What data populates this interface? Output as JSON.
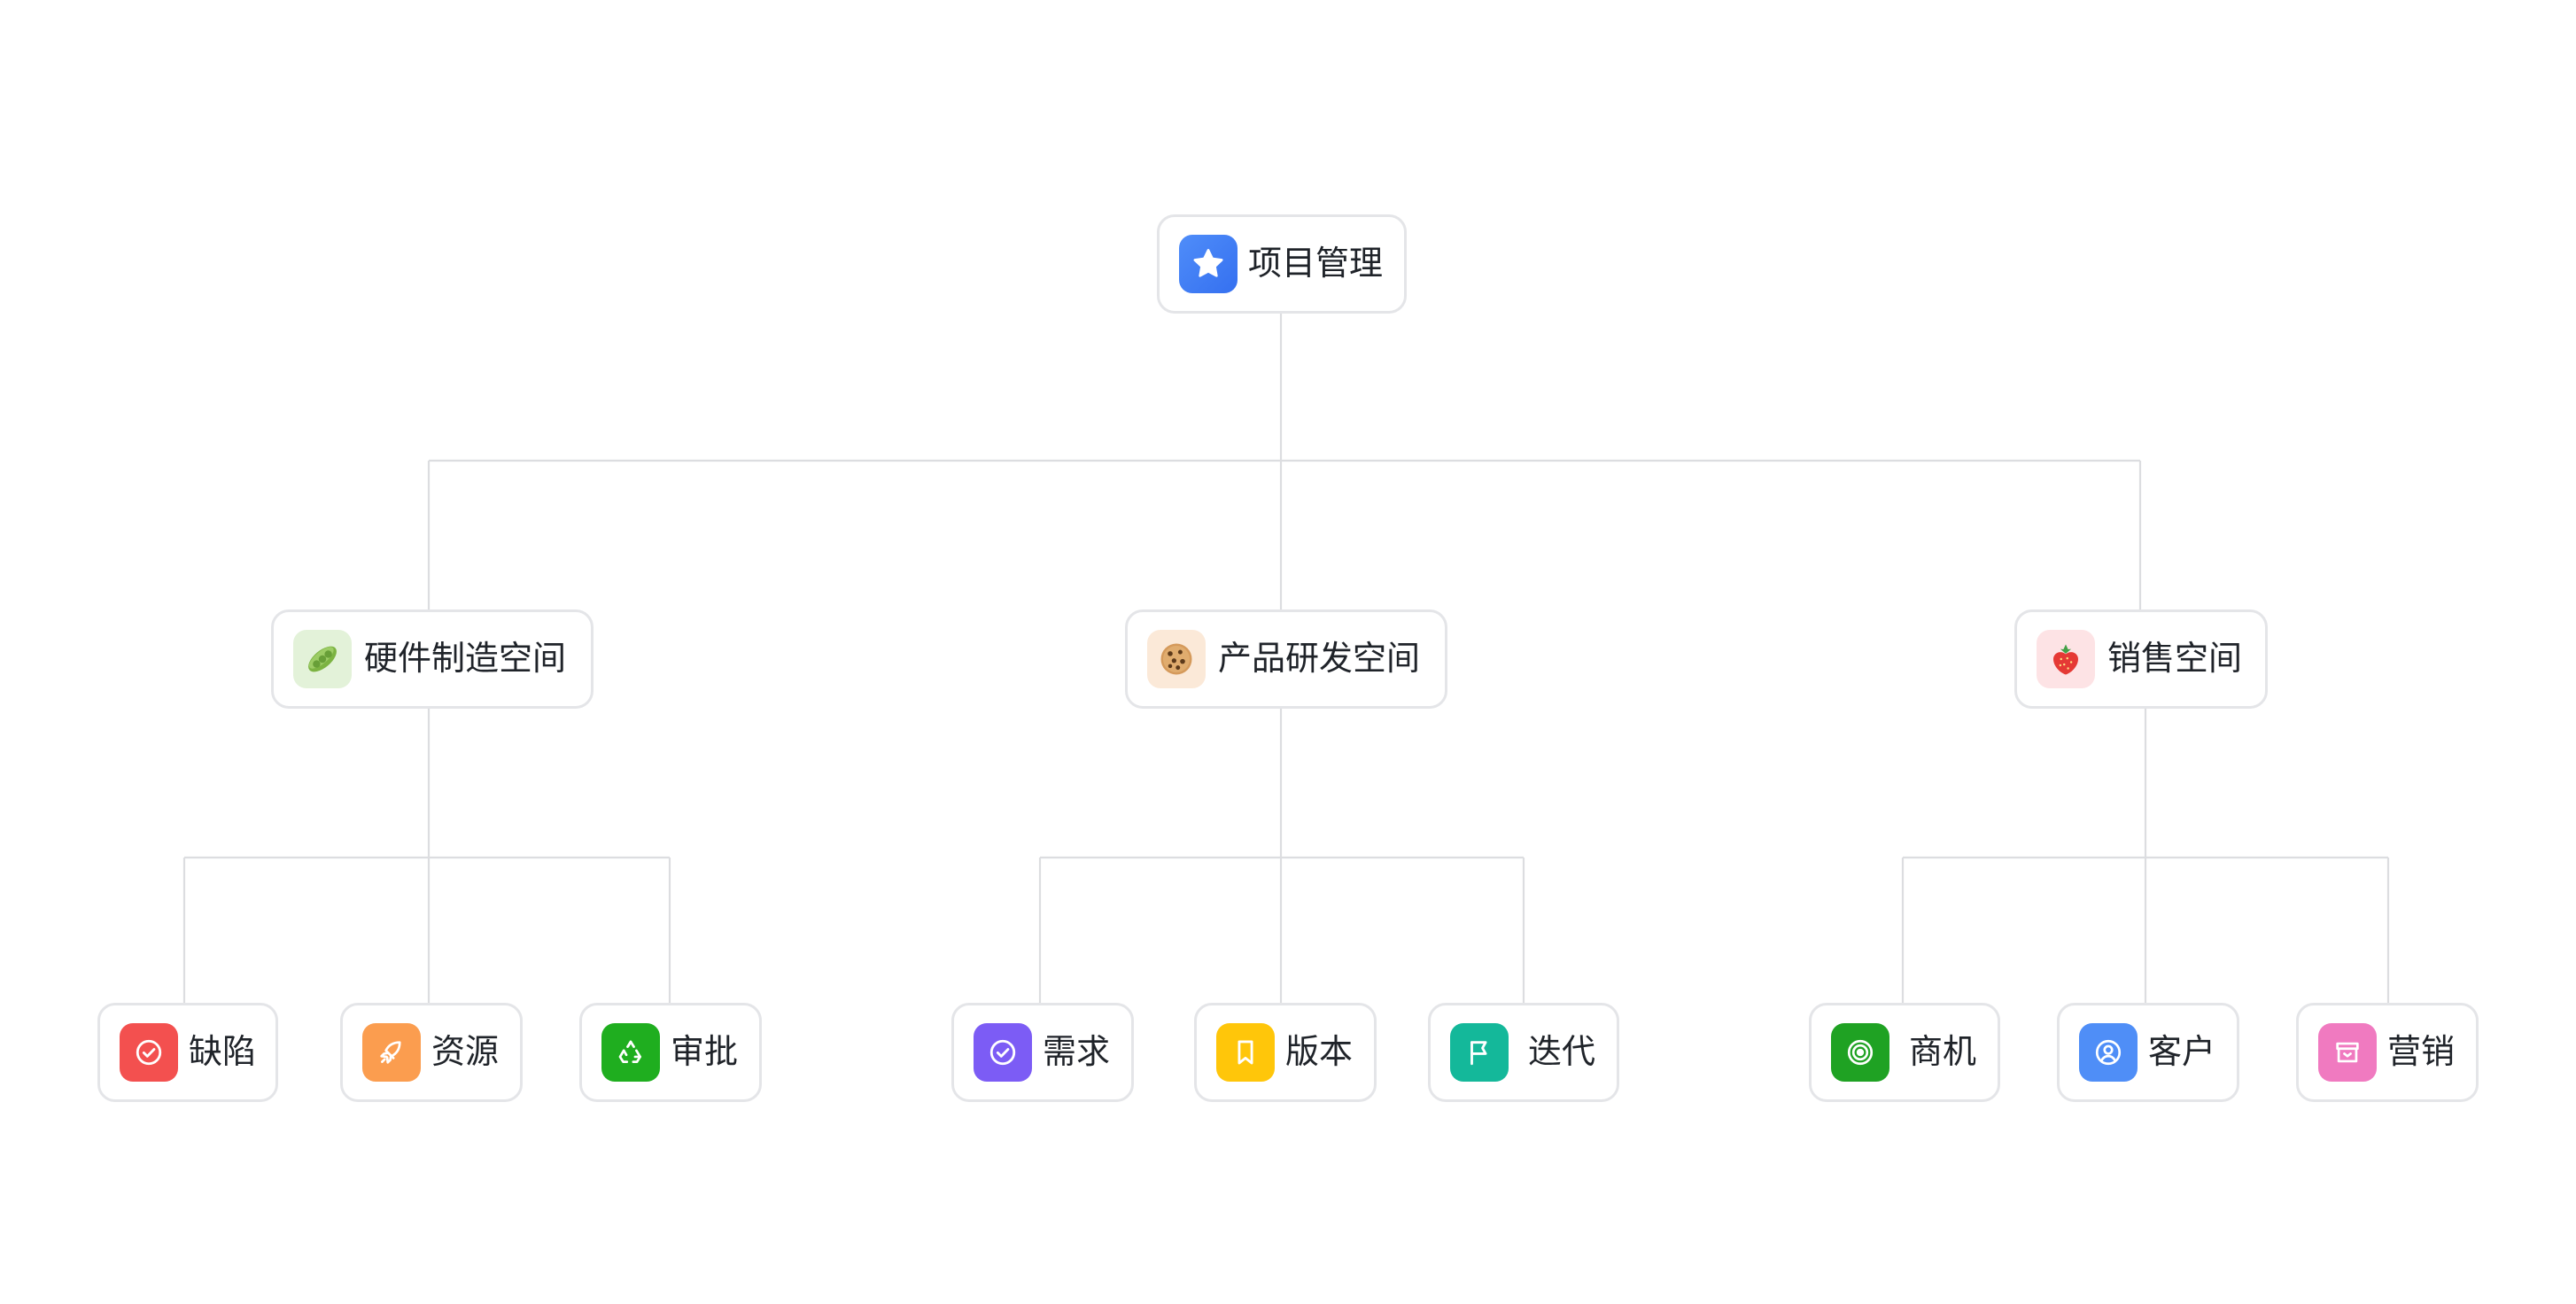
{
  "root": {
    "label": "项目管理",
    "icon": "star-icon",
    "color": "#3d7ff5"
  },
  "spaces": [
    {
      "label": "硬件制造空间",
      "icon": "edamame-emoji-icon",
      "icon_bg": "#e3f2d9",
      "children": [
        {
          "label": "缺陷",
          "icon": "check-circle-icon",
          "color": "#f3504f"
        },
        {
          "label": "资源",
          "icon": "rocket-icon",
          "color": "#fb9d4f"
        },
        {
          "label": "审批",
          "icon": "recycle-icon",
          "color": "#1fae1f"
        }
      ]
    },
    {
      "label": "产品研发空间",
      "icon": "cookie-emoji-icon",
      "icon_bg": "#fbe9d8",
      "children": [
        {
          "label": "需求",
          "icon": "check-circle-icon",
          "color": "#7c5cf5"
        },
        {
          "label": "版本",
          "icon": "bookmark-icon",
          "color": "#ffc60a"
        },
        {
          "label": "迭代",
          "icon": "flag-icon",
          "color": "#14b89a"
        }
      ]
    },
    {
      "label": "销售空间",
      "icon": "strawberry-emoji-icon",
      "icon_bg": "#fde3e5",
      "children": [
        {
          "label": "商机",
          "icon": "target-icon",
          "color": "#1fa223"
        },
        {
          "label": "客户",
          "icon": "user-circle-icon",
          "color": "#4f8ef7"
        },
        {
          "label": "营销",
          "icon": "archive-box-icon",
          "color": "#f07ac0"
        }
      ]
    }
  ],
  "connector_color": "#dcdde0"
}
